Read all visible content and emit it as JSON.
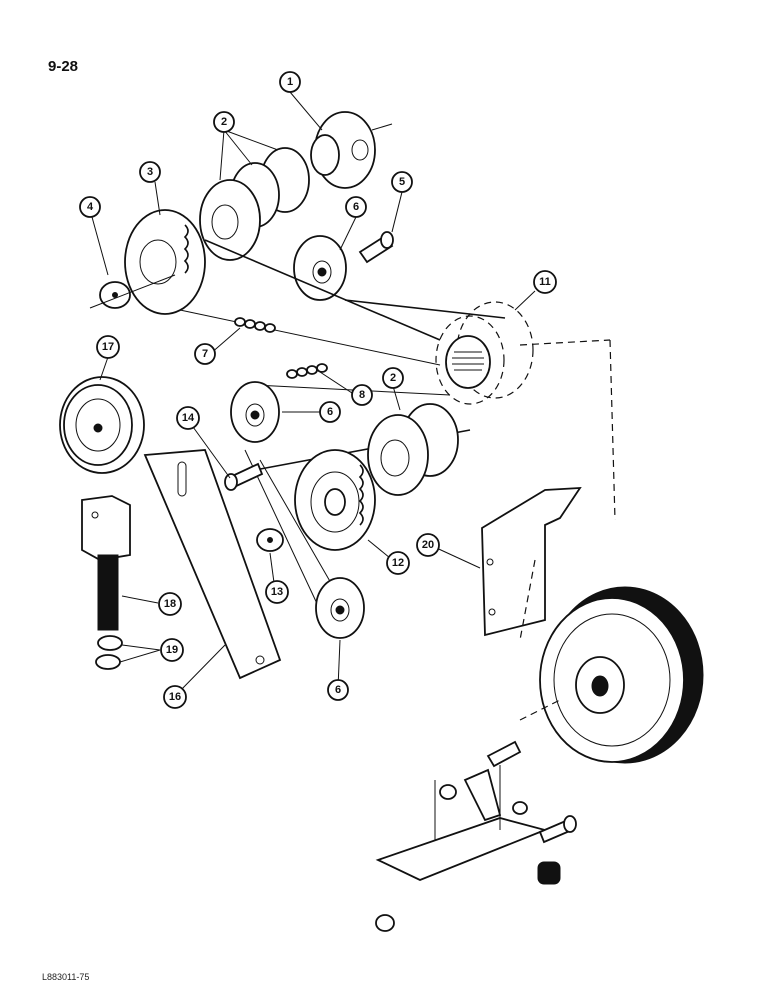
{
  "page": {
    "number": "9-28",
    "figure_code": "L883011-75"
  },
  "callouts": [
    "1",
    "2",
    "3",
    "4",
    "5",
    "6",
    "11",
    "7",
    "8",
    "2",
    "17",
    "14",
    "6",
    "12",
    "20",
    "13",
    "18",
    "19",
    "16",
    "6"
  ]
}
